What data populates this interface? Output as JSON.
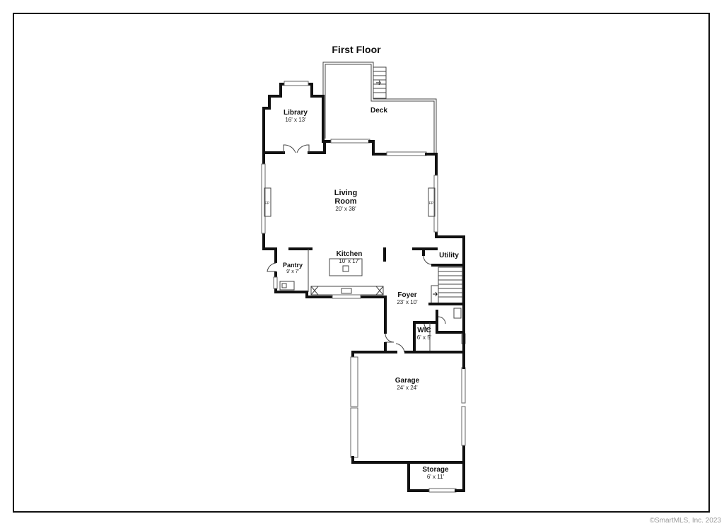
{
  "title": "First Floor",
  "copyright": "©SmartMLS, Inc.  2023",
  "rooms": {
    "library": {
      "name": "Library",
      "dims": "16' x 13'"
    },
    "deck": {
      "name": "Deck"
    },
    "living": {
      "name_l1": "Living",
      "name_l2": "Room",
      "dims": "20' x 38'"
    },
    "kitchen": {
      "name": "Kitchen",
      "dims": "10' x 17'"
    },
    "pantry": {
      "name": "Pantry",
      "dims": "9' x 7'"
    },
    "utility": {
      "name": "Utility"
    },
    "foyer": {
      "name": "Foyer",
      "dims": "23' x 10'"
    },
    "wic": {
      "name": "WIC",
      "dims": "6' x 5'"
    },
    "garage": {
      "name": "Garage",
      "dims": "24' x 24'"
    },
    "storage": {
      "name": "Storage",
      "dims": "6' x 11'"
    }
  },
  "fireplaces": {
    "left": "FP",
    "right": "FP"
  }
}
